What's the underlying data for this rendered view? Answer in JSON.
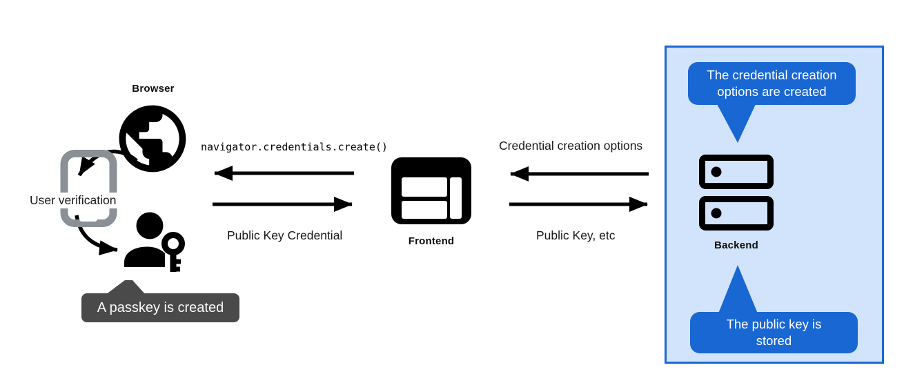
{
  "colors": {
    "bubble_blue": "#1967d2",
    "panel_fill": "#d2e3fc",
    "panel_border": "#1967d2",
    "tooltip_gray": "#4a4a4a",
    "phone_gray": "#8a9096"
  },
  "nodes": {
    "browser": {
      "label": "Browser"
    },
    "user_verification": {
      "label": "User verification"
    },
    "frontend": {
      "label": "Frontend"
    },
    "backend": {
      "label": "Backend"
    }
  },
  "messages": {
    "create_call": "navigator.credentials.create()",
    "public_key_credential": "Public Key Credential",
    "credential_creation_options": "Credential creation options",
    "public_key_etc": "Public Key, etc"
  },
  "callouts": {
    "passkey_created": "A passkey is created",
    "options_created": "The credential creation\noptions are created",
    "public_key_stored": "The public key is\nstored"
  }
}
